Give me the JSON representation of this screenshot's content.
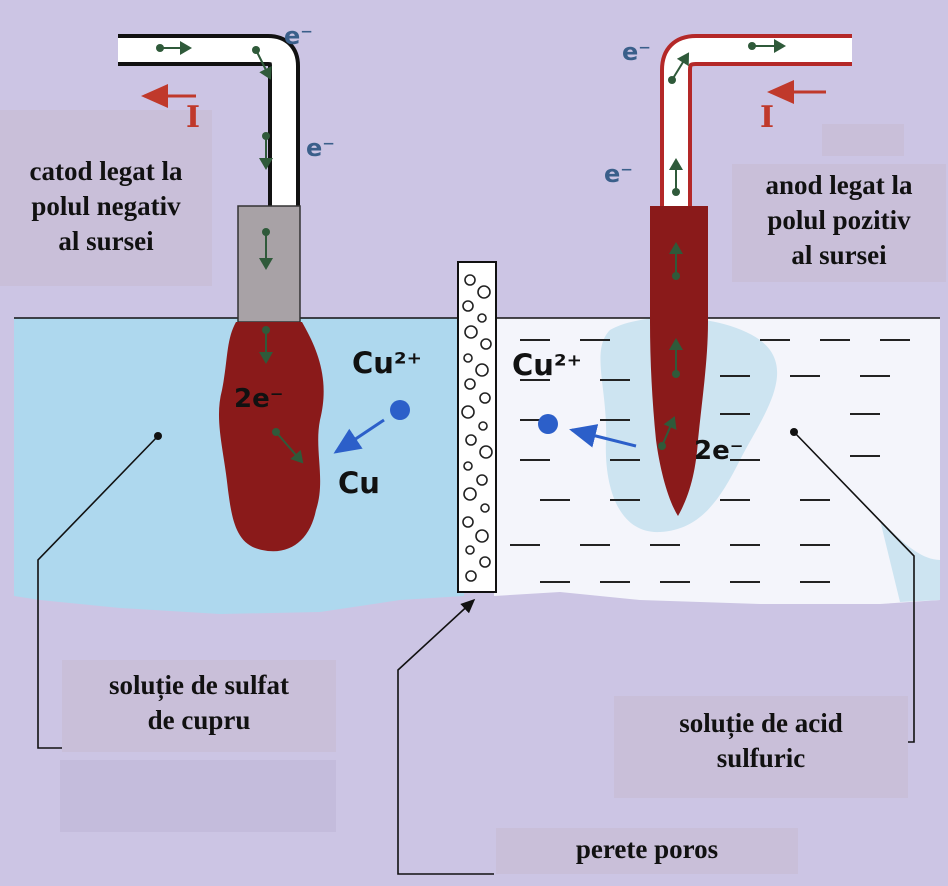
{
  "labels": {
    "cathode_line1": "catod legat la",
    "cathode_line2": "polul negativ",
    "cathode_line3": "al sursei",
    "anode_line1": "anod legat la",
    "anode_line2": "polul pozitiv",
    "anode_line3": "al sursei",
    "left_solution_line1": "soluție de sulfat",
    "left_solution_line2": "de cupru",
    "right_solution_line1": "soluție de acid",
    "right_solution_line2": "sulfuric",
    "wall": "perete poros"
  },
  "symbols": {
    "current": "I",
    "electron": "e⁻",
    "two_electrons": "2e⁻",
    "copper_ion": "Cu²⁺",
    "copper": "Cu"
  },
  "colors": {
    "background": "#ccc5e4",
    "copper_sulfate": "#aed8ee",
    "sulfuric_acid": "#f4f5fb",
    "copper_metal": "#8a1a1a",
    "current_arrow": "#c0392b",
    "electron_text": "#3a5f8a",
    "ion": "#2c5fc9"
  },
  "icons": [
    "current-arrow-icon",
    "electron-arrow-icon",
    "copper-ion-icon",
    "porous-wall-icon"
  ]
}
